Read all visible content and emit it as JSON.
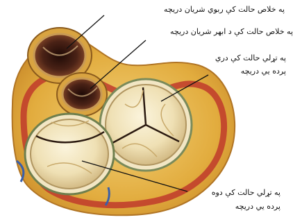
{
  "labels": {
    "pulmonary_valve": "په خلاص حالت کې ربوي شريان دريچه",
    "aortic_valve": "په خلاص حالت کې د ابهر شريان دريچه",
    "tricuspid_valve_line1": "په تړلي حالت کې دري",
    "tricuspid_valve_line2": "پرده يي دريچه",
    "mitral_valve_line1": "په تړلي حالت کې دوه",
    "mitral_valve_line2": "پرده يي دريچه"
  },
  "colors": {
    "background": "#ffffff",
    "fat_tissue": "#e8b84a",
    "muscle_red": "#c0392b",
    "valve_leaflet": "#efe4c2",
    "open_valve_lumen": "#3a1a12",
    "leader_line": "#111111"
  }
}
